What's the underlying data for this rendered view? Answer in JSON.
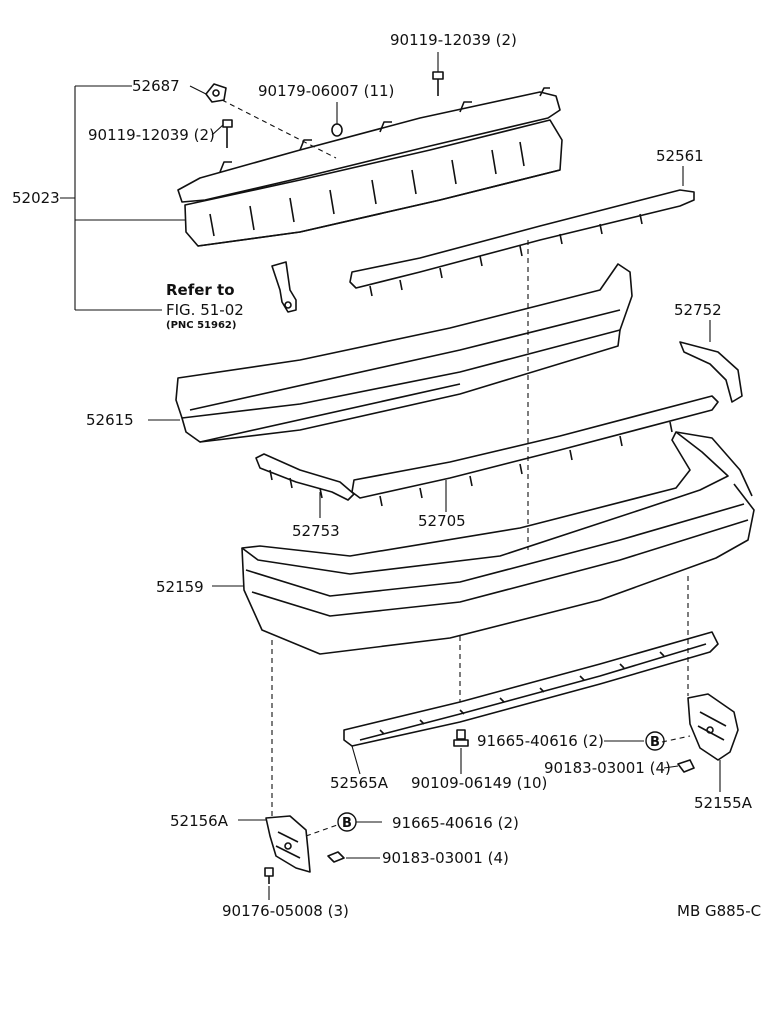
{
  "labels": {
    "p52687": "52687",
    "p90119_top": "90119-12039 (2)",
    "p90179": "90179-06007 (11)",
    "p90119_left": "90119-12039 (2)",
    "p52023": "52023",
    "p52561": "52561",
    "refer_to": "Refer to",
    "fig_ref": "FIG. 51-02",
    "pnc_ref": "(PNC 51962)",
    "p52752": "52752",
    "p52615": "52615",
    "p52753": "52753",
    "p52705": "52705",
    "p52159": "52159",
    "p91665_right": "91665-40616 (2)",
    "p90183_right": "90183-03001 (4)",
    "p52565A": "52565A",
    "p90109": "90109-06149 (10)",
    "p52155A": "52155A",
    "p52156A": "52156A",
    "p91665_left": "91665-40616 (2)",
    "p90183_left": "90183-03001 (4)",
    "p90176": "90176-05008 (3)",
    "marker_b": "B",
    "footer_code": "MB  G885-C"
  }
}
